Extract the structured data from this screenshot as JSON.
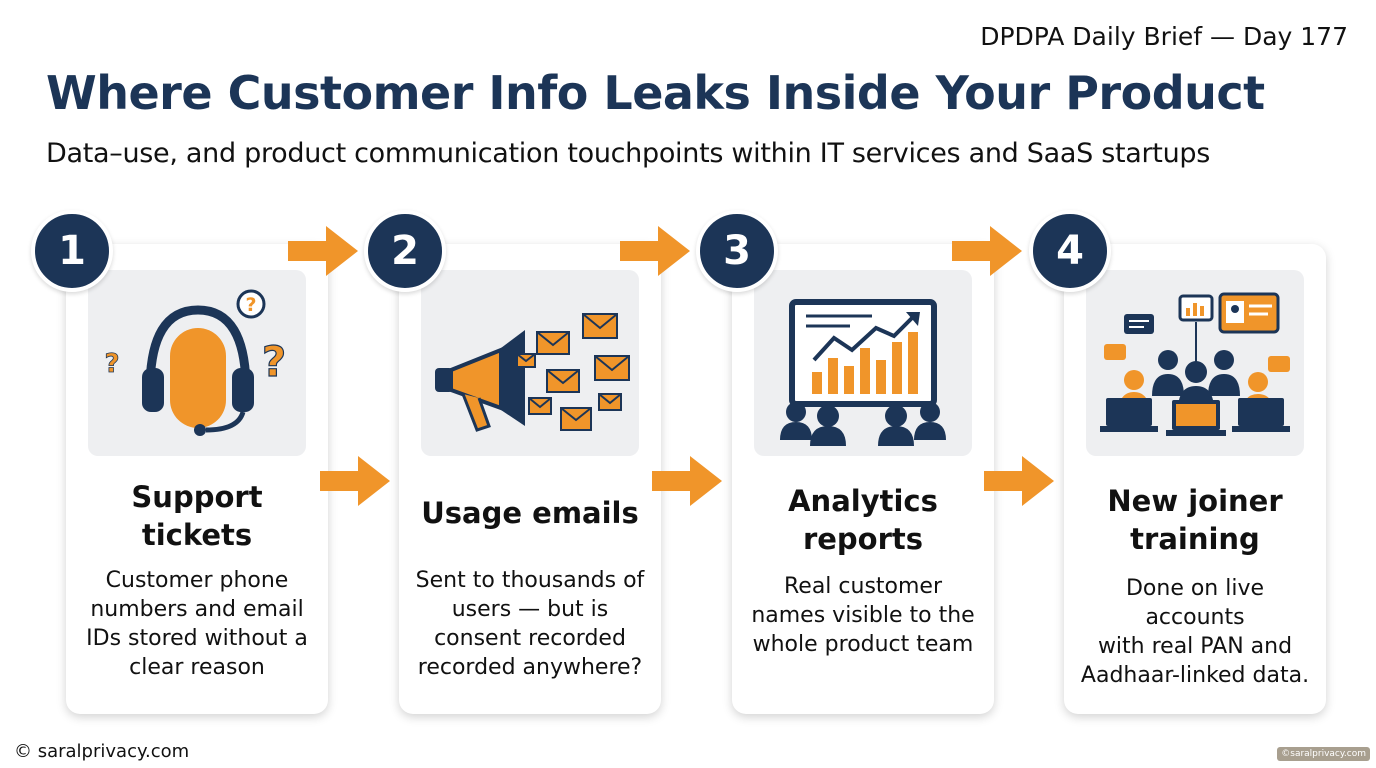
{
  "series_label": "DPDPA Daily Brief — Day 177",
  "title": "Where Customer Info Leaks Inside Your Product",
  "subtitle": "Data–use, and product communication touchpoints within IT services and SaaS  startups",
  "colors": {
    "navy": "#1c3557",
    "orange": "#f0952a",
    "panel": "#eeeff1"
  },
  "steps": [
    {
      "number": "1",
      "title_line1": "Support",
      "title_line2": "tickets",
      "desc": [
        "Customer phone",
        "numbers and email",
        "IDs stored without a",
        "clear reason"
      ],
      "icon": "headset-support-icon"
    },
    {
      "number": "2",
      "title_line1": "Usage emails",
      "title_line2": "",
      "desc": [
        "Sent to thousands of",
        "users — but is",
        "consent recorded",
        "recorded anywhere?"
      ],
      "icon": "megaphone-emails-icon"
    },
    {
      "number": "3",
      "title_line1": "Analytics",
      "title_line2": "reports",
      "desc": [
        "Real customer",
        "names visible to the",
        "whole product team"
      ],
      "icon": "analytics-presentation-icon"
    },
    {
      "number": "4",
      "title_line1": "New joiner",
      "title_line2": "training",
      "desc": [
        "Done on live accounts",
        "with real PAN and",
        "Aadhaar-linked data."
      ],
      "icon": "team-training-icon"
    }
  ],
  "footer": "© saralprivacy.com",
  "watermark": "©saralprivacy.com"
}
